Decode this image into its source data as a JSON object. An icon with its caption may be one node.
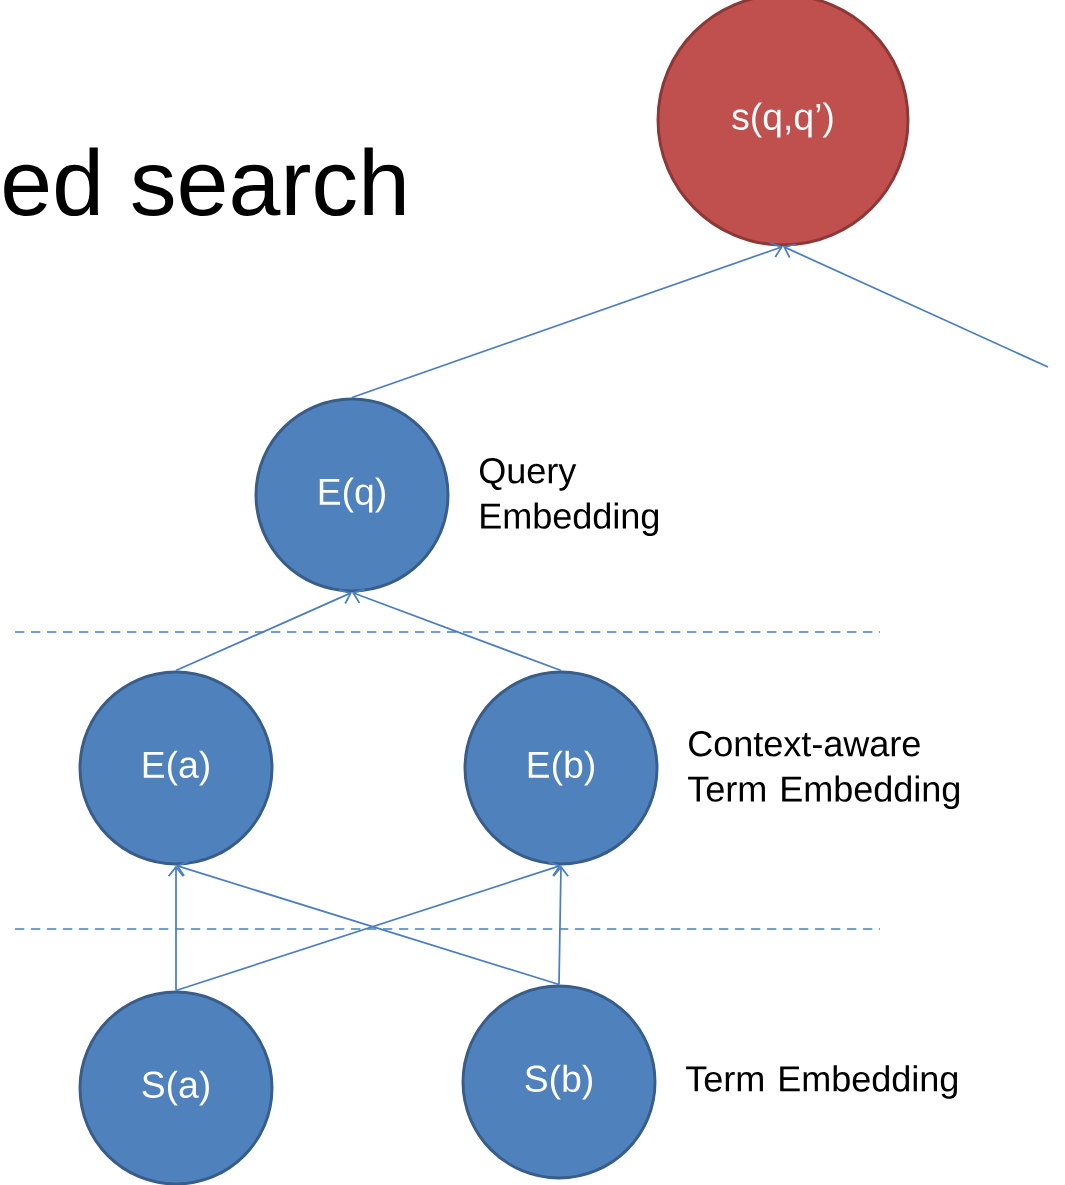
{
  "diagram": {
    "title": "ed search",
    "nodes": [
      {
        "text": [
          "s(q,q’)"
        ]
      },
      {
        "text": [
          "E(q)"
        ],
        "beside": [
          "Query Embedding"
        ]
      },
      {
        "text": [
          "E(a)"
        ]
      },
      {
        "text": [
          "E(b)"
        ],
        "beside": [
          "Context-aware Term Embedding"
        ]
      },
      {
        "text": [
          "S(a)"
        ]
      },
      {
        "text": [
          "S(b)"
        ],
        "beside": [
          "Term Embedding"
        ]
      }
    ],
    "edges": [
      {
        "from": 1,
        "to": 0,
        "arrow": "to"
      },
      {
        "from": null,
        "to": 0,
        "arrow": "to"
      },
      {
        "from": 2,
        "to": 1,
        "arrow": "to"
      },
      {
        "from": 3,
        "to": 1,
        "arrow": "to"
      },
      {
        "from": 4,
        "to": 2,
        "arrow": "to"
      },
      {
        "from": 4,
        "to": 3,
        "arrow": "to"
      },
      {
        "from": 5,
        "to": 2,
        "arrow": "to"
      },
      {
        "from": 5,
        "to": 3,
        "arrow": "to"
      }
    ]
  }
}
